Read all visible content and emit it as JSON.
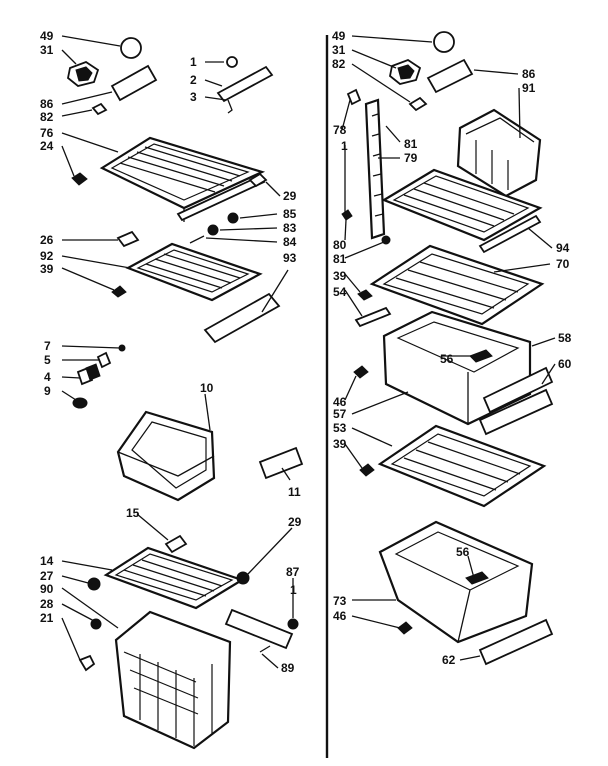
{
  "diagram": {
    "left_labels": [
      "49",
      "31",
      "86",
      "82",
      "76",
      "24",
      "1",
      "2",
      "3",
      "29",
      "85",
      "83",
      "84",
      "26",
      "92",
      "39",
      "93",
      "7",
      "5",
      "4",
      "9",
      "10",
      "11",
      "15",
      "14",
      "27",
      "90",
      "28",
      "21",
      "29",
      "87",
      "1",
      "89"
    ],
    "right_labels": [
      "49",
      "31",
      "82",
      "86",
      "91",
      "78",
      "1",
      "81",
      "79",
      "80",
      "81",
      "39",
      "54",
      "94",
      "70",
      "58",
      "56",
      "60",
      "46",
      "57",
      "53",
      "39",
      "56",
      "73",
      "46",
      "62"
    ]
  }
}
